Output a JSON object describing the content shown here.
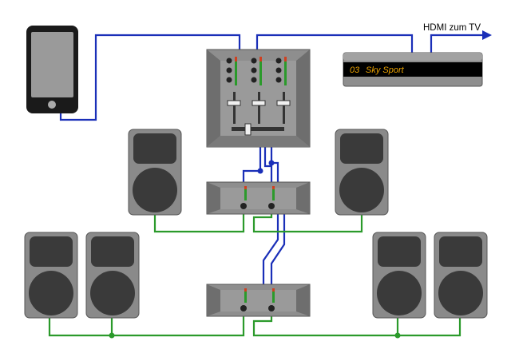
{
  "labels": {
    "hdmi": "HDMI zum TV"
  },
  "receiver": {
    "channel_number": "03",
    "channel_name": "Sky Sport"
  },
  "colors": {
    "signal_line": "#1a2fb8",
    "speaker_line": "#2b9a2b",
    "device_body": "#8e8e8e",
    "speaker_body": "#8a8a8a",
    "speaker_dark": "#3a3a3a",
    "display_bg": "#000000",
    "display_text": "#e8a000",
    "phone_body": "#1a1a1a"
  }
}
